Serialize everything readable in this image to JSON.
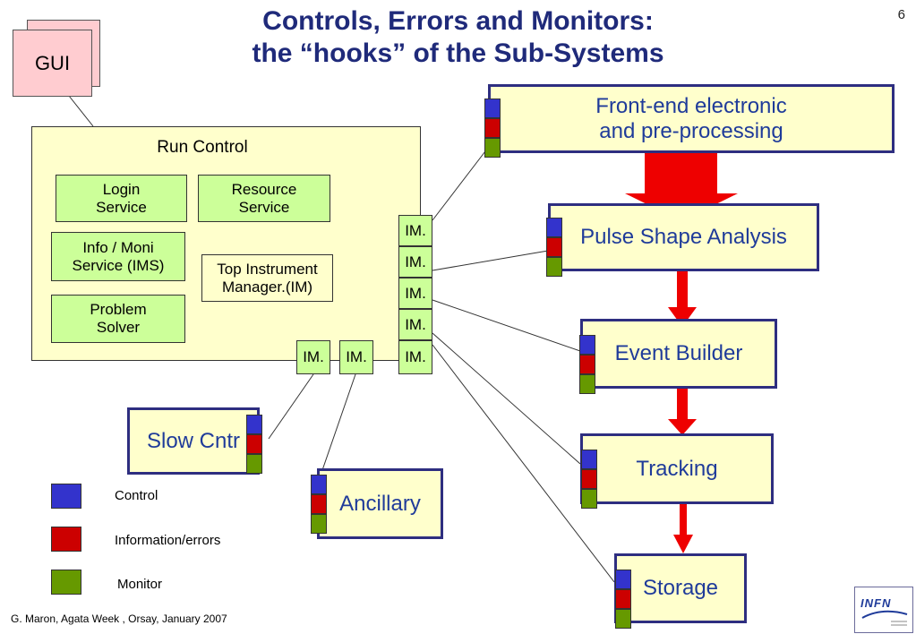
{
  "slide": {
    "title_line1": "Controls, Errors and Monitors:",
    "title_line2": "the “hooks” of the Sub-Systems",
    "number": "6",
    "footer": "G. Maron, Agata Week , Orsay, January  2007"
  },
  "gui": {
    "label": "GUI"
  },
  "run_control": {
    "label": "Run Control",
    "login_service": [
      "Login",
      "Service"
    ],
    "resource_service": [
      "Resource",
      "Service"
    ],
    "info_moni_service": [
      "Info / Moni",
      "Service (IMS)"
    ],
    "problem_solver": [
      "Problem",
      "Solver"
    ],
    "top_instrument_manager": [
      "Top Instrument",
      "Manager.(IM)"
    ]
  },
  "instrument_managers": [
    "IM.",
    "IM.",
    "IM.",
    "IM.",
    "IM.",
    "IM.",
    "IM."
  ],
  "subsystems": {
    "front_end": [
      "Front-end electronic",
      "and pre-processing"
    ],
    "pulse_shape": "Pulse Shape Analysis",
    "event_builder": "Event Builder",
    "tracking": "Tracking",
    "storage": "Storage",
    "slow_control": "Slow Cntr",
    "ancillary": "Ancillary"
  },
  "legend": {
    "control": "Control",
    "information_errors": "Information/errors",
    "monitor": "Monitor"
  },
  "colors": {
    "control": "#3333cc",
    "information_errors": "#cc0000",
    "monitor": "#669900",
    "flow_arrow": "#ee0000",
    "box_border": "#2e2e80",
    "title": "#1f2a7a"
  },
  "logo": {
    "icon": "infn-logo",
    "text": "INFN"
  }
}
